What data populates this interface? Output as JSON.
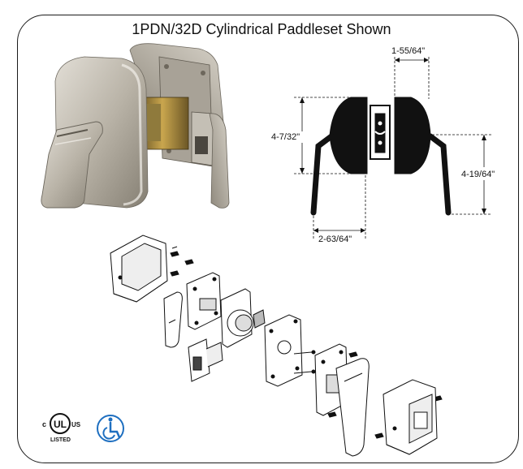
{
  "title": "1PDN/32D Cylindrical Paddleset Shown",
  "dimensions": {
    "top": "1-55/64\"",
    "left": "4-7/32\"",
    "right": "4-19/64\"",
    "bottom": "2-63/64\""
  },
  "cert": {
    "ul_c": "c",
    "ul_mark": "UL",
    "ul_us": "US",
    "ul_listed": "LISTED"
  },
  "icons": [
    "ul-listed-icon",
    "wheelchair-accessible-icon"
  ],
  "colors": {
    "ink": "#111111",
    "accessible_blue": "#1e6fc0",
    "satin_chrome": "#b8b2a6"
  }
}
